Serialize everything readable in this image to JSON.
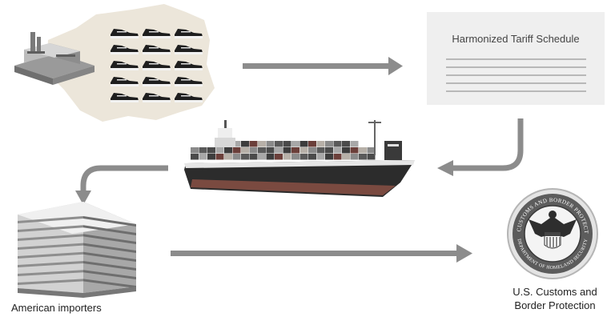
{
  "document": {
    "title": "Harmonized Tariff Schedule"
  },
  "importers": {
    "label": "American importers"
  },
  "cbp": {
    "label_line1": "U.S. Customs and",
    "label_line2": "Border Protection",
    "seal_top_text": "U.S. CUSTOMS AND BORDER PROTECTION",
    "seal_bottom_text": "DEPARTMENT OF HOMELAND SECURITY"
  },
  "colors": {
    "arrow": "#8c8c8c",
    "map": "#ece6da",
    "doc_card": "#efefef"
  },
  "icons": [
    "factory-icon",
    "sneaker-icon",
    "container-ship-icon",
    "office-building-icon",
    "cbp-seal-icon"
  ]
}
